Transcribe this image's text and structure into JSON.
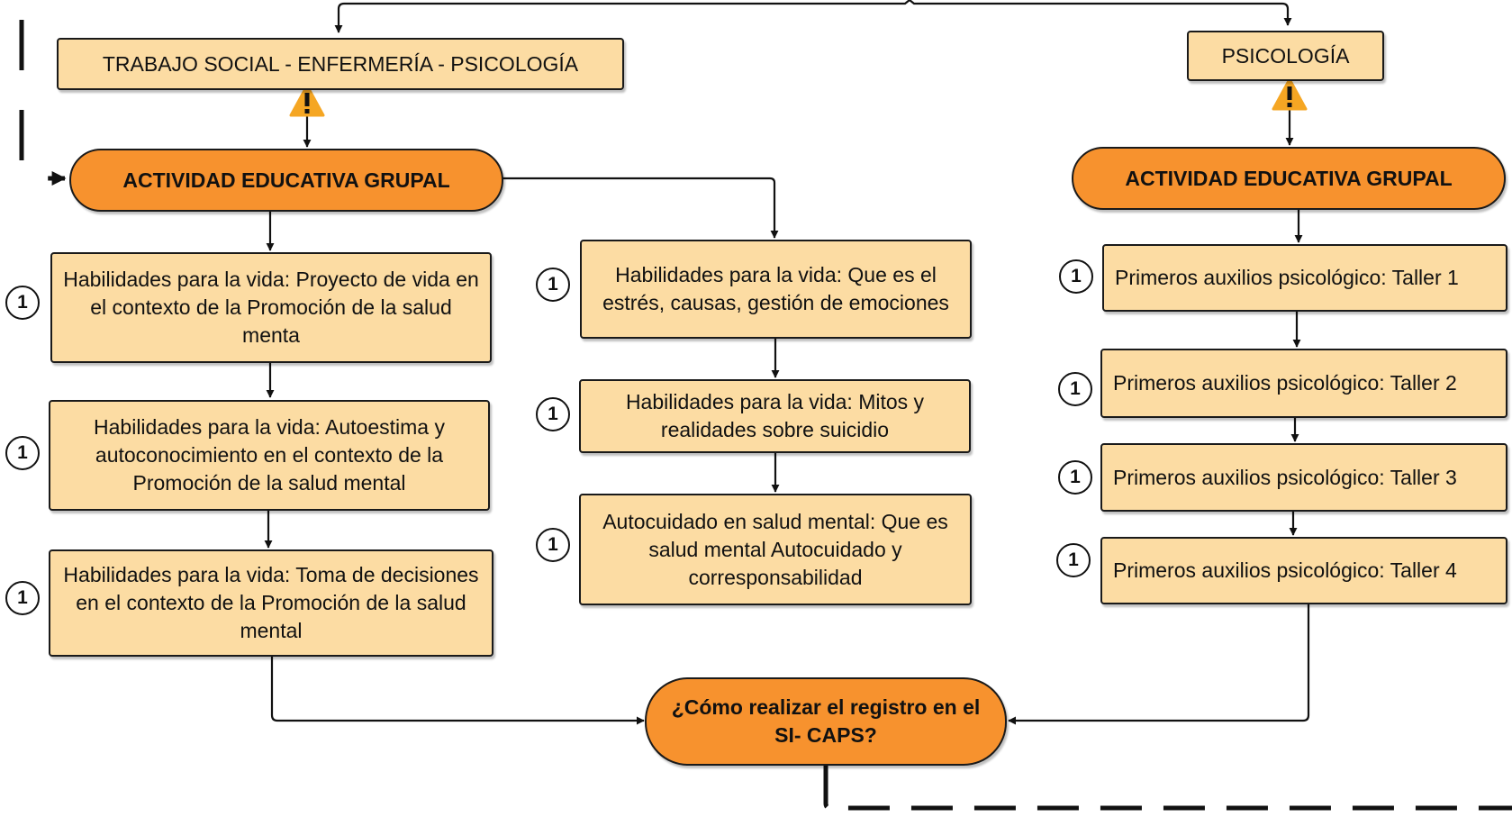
{
  "headers": {
    "left": "TRABAJO SOCIAL - ENFERMERÍA - PSICOLOGÍA",
    "right": "PSICOLOGÍA"
  },
  "activities": {
    "left": "ACTIVIDAD EDUCATIVA GRUPAL",
    "right": "ACTIVIDAD EDUCATIVA GRUPAL"
  },
  "column_a": [
    {
      "text": "Habilidades para la vida:  Proyecto de vida en el contexto de la Promoción de la salud menta",
      "badge": "1"
    },
    {
      "text": "Habilidades para la vida: Autoestima y autoconocimiento en el contexto de la Promoción de la salud mental",
      "badge": "1"
    },
    {
      "text": "Habilidades para la vida:  Toma de decisiones en el contexto de la Promoción de la salud mental",
      "badge": "1"
    }
  ],
  "column_b": [
    {
      "text": "Habilidades para la vida: Que es el estrés, causas, gestión de emociones",
      "badge": "1"
    },
    {
      "text": "Habilidades para la vida: Mitos y realidades sobre suicidio",
      "badge": "1"
    },
    {
      "text": "Autocuidado en salud mental: Que es salud mental Autocuidado y corresponsabilidad",
      "badge": "1"
    }
  ],
  "column_c": [
    {
      "text": "Primeros auxilios psicológico: Taller 1",
      "badge": "1"
    },
    {
      "text": "Primeros auxilios psicológico: Taller 2",
      "badge": "1"
    },
    {
      "text": "Primeros auxilios psicológico: Taller 3",
      "badge": "1"
    },
    {
      "text": "Primeros auxilios psicológico: Taller 4",
      "badge": "1"
    }
  ],
  "final": {
    "question": "¿Cómo realizar el registro en el SI- CAPS?"
  },
  "icons": {
    "warning": "warning-triangle-icon"
  },
  "colors": {
    "box_fill": "#fcdca3",
    "pill_fill": "#f7922e",
    "warning": "#f5a623",
    "line": "#111111"
  }
}
